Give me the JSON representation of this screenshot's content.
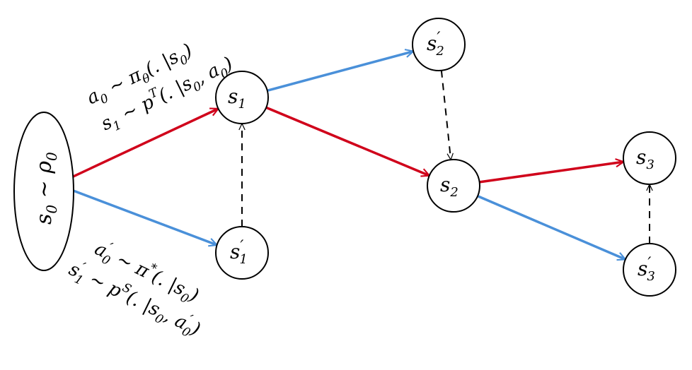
{
  "colors": {
    "target": "#d0021b",
    "source": "#4a90d9",
    "dashed": "#000000",
    "node_stroke": "#000000"
  },
  "nodes": {
    "s0": {
      "base": "s",
      "sub": "0",
      "prime": "",
      "tail": " ∼ ρ",
      "tail_sub": "0"
    },
    "s1": {
      "base": "s",
      "sub": "1",
      "prime": ""
    },
    "s1p": {
      "base": "s",
      "sub": "1",
      "prime": "′"
    },
    "s2": {
      "base": "s",
      "sub": "2",
      "prime": ""
    },
    "s2p": {
      "base": "s",
      "sub": "2",
      "prime": "′"
    },
    "s3": {
      "base": "s",
      "sub": "3",
      "prime": ""
    },
    "s3p": {
      "base": "s",
      "sub": "3",
      "prime": "′"
    }
  },
  "edges": [
    {
      "from": "s0",
      "to": "s1",
      "kind": "target"
    },
    {
      "from": "s0",
      "to": "s1p",
      "kind": "source"
    },
    {
      "from": "s1",
      "to": "s2p",
      "kind": "source"
    },
    {
      "from": "s1",
      "to": "s2",
      "kind": "target"
    },
    {
      "from": "s2",
      "to": "s3",
      "kind": "target"
    },
    {
      "from": "s2",
      "to": "s3p",
      "kind": "source"
    },
    {
      "from": "s1p",
      "to": "s1",
      "kind": "dashed"
    },
    {
      "from": "s2p",
      "to": "s2",
      "kind": "dashed"
    },
    {
      "from": "s3p",
      "to": "s3",
      "kind": "dashed"
    }
  ],
  "labels": {
    "top_line1": {
      "a": "a",
      "a_sub": "0",
      "rel": " ∼ π",
      "pi_sub": "θ",
      "rest": "(. |s",
      "rest_sub": "0",
      "close": ")"
    },
    "top_line2": {
      "s": "s",
      "s_sub": "1",
      "rel": " ∼ p",
      "sup": "T",
      "rest": "(. |s",
      "rest_sub": "0",
      "mid": ", a",
      "mid_sub": "0",
      "close": ")"
    },
    "bottom_line1": {
      "a": "a",
      "a_prime": "′",
      "a_sub": "0",
      "rel": " ∼ π",
      "sup": "*",
      "rest": "(. |s",
      "rest_sub": "0",
      "close": ")"
    },
    "bottom_line2": {
      "s": "s",
      "s_prime": "′",
      "s_sub": "1",
      "rel": " ∼ p",
      "sup": "S",
      "rest": "(. |s",
      "rest_sub": "0",
      "mid": ", a",
      "mid_prime": "′",
      "mid_sub": "0",
      "close": ")"
    }
  }
}
